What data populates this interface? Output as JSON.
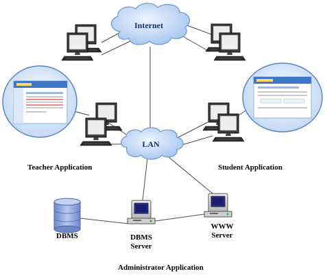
{
  "diagram": {
    "nodes": {
      "internet": "Internet",
      "lan": "LAN",
      "teacher_app": "Teacher Application",
      "student_app": "Student Application",
      "dbms": "DBMS",
      "dbms_server": "DBMS\nServer",
      "www_server": "WWW\nServer",
      "admin_app": "Administrator Application"
    },
    "colors": {
      "cloud_fill": "#c9def6",
      "cloud_stroke": "#6f94c8",
      "cloud_text": "#10306f",
      "db_fill": "#8ea6dc",
      "link": "#4a4a4a",
      "screen_fill": "#dfe7f4",
      "server_body": "#d9d9d9",
      "server_screen": "#2a2a9c"
    },
    "icons": [
      "cloud-icon",
      "computer-icon",
      "server-icon",
      "database-icon",
      "screenshot-bubble-icon"
    ]
  }
}
